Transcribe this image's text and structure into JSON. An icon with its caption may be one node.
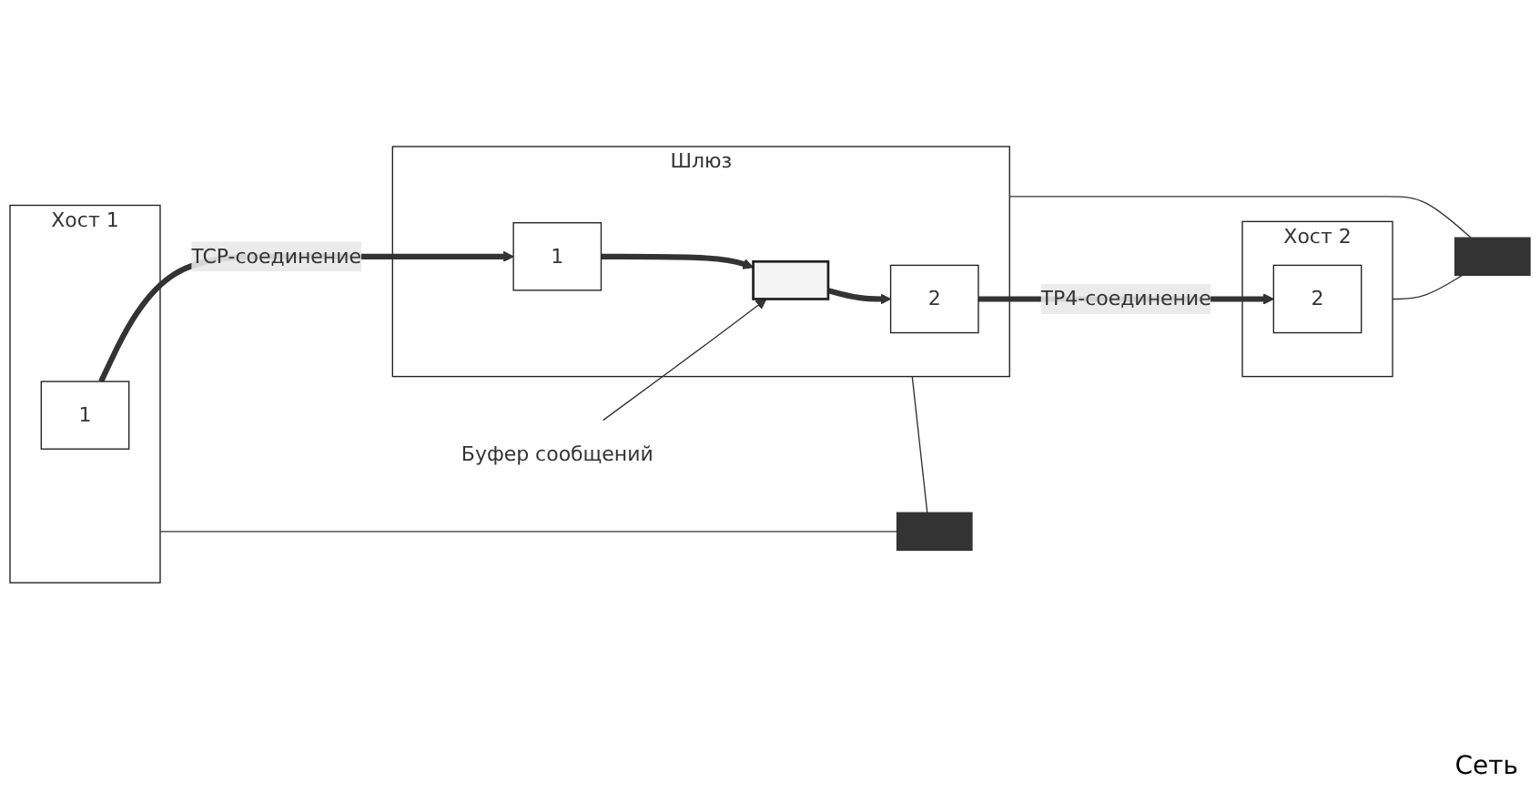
{
  "diagram": {
    "nodes": [
      {
        "text": [
          "Хост 1"
        ]
      },
      {
        "text": [
          "1"
        ],
        "in": 0
      },
      {
        "text": [
          "Буфер сообщений"
        ]
      },
      {
        "text": [
          "Шлюз"
        ]
      },
      {
        "text": [],
        "shape": "box",
        "in": 3
      },
      {
        "text": [
          "1"
        ],
        "in": 3
      },
      {
        "text": [
          "2"
        ],
        "in": 3
      },
      {
        "text": [
          "Хост 2"
        ]
      },
      {
        "text": [
          "2"
        ],
        "in": 7
      },
      {
        "text": [],
        "shape": "bar"
      },
      {
        "text": [],
        "shape": "bar"
      }
    ],
    "edges": [
      {
        "from": 1,
        "to": 5,
        "arrow": "to",
        "label": "TCP-соединение",
        "style": "thick"
      },
      {
        "from": 5,
        "to": 4,
        "arrow": "to",
        "style": "thick"
      },
      {
        "from": 4,
        "to": 6,
        "arrow": "to",
        "style": "thick"
      },
      {
        "from": 6,
        "to": 8,
        "arrow": "to",
        "label": "TP4-соединение",
        "style": "thick"
      },
      {
        "from": 2,
        "to": 4,
        "arrow": "to"
      },
      {
        "from": 0,
        "to": 9,
        "arrow": "none"
      },
      {
        "from": 3,
        "to": 9,
        "arrow": "none"
      },
      {
        "from": 3,
        "to": 10,
        "arrow": "none"
      },
      {
        "from": 7,
        "to": 10,
        "arrow": "none"
      }
    ],
    "labels": [
      "Сеть"
    ]
  }
}
